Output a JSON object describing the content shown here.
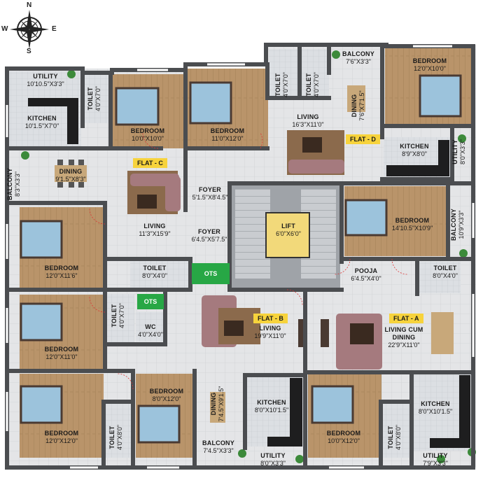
{
  "compass": {
    "n": "N",
    "s": "S",
    "e": "E",
    "w": "W"
  },
  "flat_tags": {
    "a": "FLAT - A",
    "b": "FLAT - B",
    "c": "FLAT - C",
    "d": "FLAT - D"
  },
  "core": {
    "lift": {
      "name": "LIFT",
      "dim": "6'0\"X6'0\""
    },
    "foyer_upper": {
      "name": "FOYER",
      "dim": "5'1.5\"X8'4.5\""
    },
    "foyer_lower": {
      "name": "FOYER",
      "dim": "6'4.5\"X5'7.5\""
    },
    "ots": "OTS"
  },
  "flat_c": {
    "utility": {
      "name": "UTILITY",
      "dim": "10'10.5\"X3'3\""
    },
    "kitchen": {
      "name": "KITCHEN",
      "dim": "10'1.5\"X7'0\""
    },
    "toilet": {
      "name": "TOILET",
      "dim": "4'0\"X7'0\""
    },
    "bedroom_top": {
      "name": "BEDROOM",
      "dim": "10'0\"X10'0\""
    },
    "bedroom_right": {
      "name": "BEDROOM",
      "dim": "11'0\"X12'0\""
    },
    "balcony": {
      "name": "BALCONY",
      "dim": "8'3\"X3'3\""
    },
    "dining": {
      "name": "DINING",
      "dim": "9'1.5\"X8'3\""
    },
    "living": {
      "name": "LIVING",
      "dim": "11'3\"X15'9\""
    },
    "bedroom_bottom": {
      "name": "BEDROOM",
      "dim": "12'0\"X11'6\""
    },
    "toilet_bottom": {
      "name": "TOILET",
      "dim": "8'0\"X4'0\""
    }
  },
  "flat_d": {
    "toilet1": {
      "name": "TOILET",
      "dim": "4'0\"X7'0\""
    },
    "toilet2": {
      "name": "TOILET",
      "dim": "4'0\"X7'0\""
    },
    "balcony": {
      "name": "BALCONY",
      "dim": "7'6\"X3'3\""
    },
    "bedroom_top": {
      "name": "BEDROOM",
      "dim": "12'0\"X10'0\""
    },
    "living": {
      "name": "LIVING",
      "dim": "16'3\"X11'0\""
    },
    "dining": {
      "name": "DINING",
      "dim": "7'6\"X7'1.5\""
    },
    "kitchen": {
      "name": "KITCHEN",
      "dim": "8'9\"X8'0\""
    },
    "utility": {
      "name": "UTILITY",
      "dim": "8'0\"X3'3\""
    },
    "bedroom_lower": {
      "name": "BEDROOM",
      "dim": "14'10.5\"X10'9\""
    },
    "balcony2": {
      "name": "BALCONY",
      "dim": "10'9\"X3'3\""
    }
  },
  "flat_b": {
    "bedroom_top": {
      "name": "BEDROOM",
      "dim": "12'0\"X11'0\""
    },
    "toilet": {
      "name": "TOILET",
      "dim": "4'0\"X7'0\""
    },
    "wc": {
      "name": "WC",
      "dim": "4'0\"X4'0\""
    },
    "bedroom_small": {
      "name": "BEDROOM",
      "dim": "8'0\"X12'0\""
    },
    "bedroom_bottom": {
      "name": "BEDROOM",
      "dim": "12'0\"X12'0\""
    },
    "toilet_bottom": {
      "name": "TOILET",
      "dim": "4'0\"X8'0\""
    },
    "living": {
      "name": "LIVING",
      "dim": "19'9\"X11'0\""
    },
    "dining": {
      "name": "DINING",
      "dim": "7'4.5\"X9'1.5\""
    },
    "kitchen": {
      "name": "KITCHEN",
      "dim": "8'0\"X10'1.5\""
    },
    "balcony": {
      "name": "BALCONY",
      "dim": "7'4.5\"X3'3\""
    },
    "utility": {
      "name": "UTILITY",
      "dim": "8'0\"X3'3\""
    }
  },
  "flat_a": {
    "pooja": {
      "name": "POOJA",
      "dim": "6'4.5\"X4'0\""
    },
    "toilet_top": {
      "name": "TOILET",
      "dim": "8'0\"X4'0\""
    },
    "living_dining": {
      "name": "LIVING CUM",
      "name2": "DINING",
      "dim": "22'9\"X11'0\""
    },
    "bedroom": {
      "name": "BEDROOM",
      "dim": "10'0\"X12'0\""
    },
    "toilet": {
      "name": "TOILET",
      "dim": "4'0\"X8'0\""
    },
    "kitchen": {
      "name": "KITCHEN",
      "dim": "8'0\"X10'1.5\""
    },
    "utility": {
      "name": "UTILITY",
      "dim": "7'9\"X3'3\""
    }
  }
}
